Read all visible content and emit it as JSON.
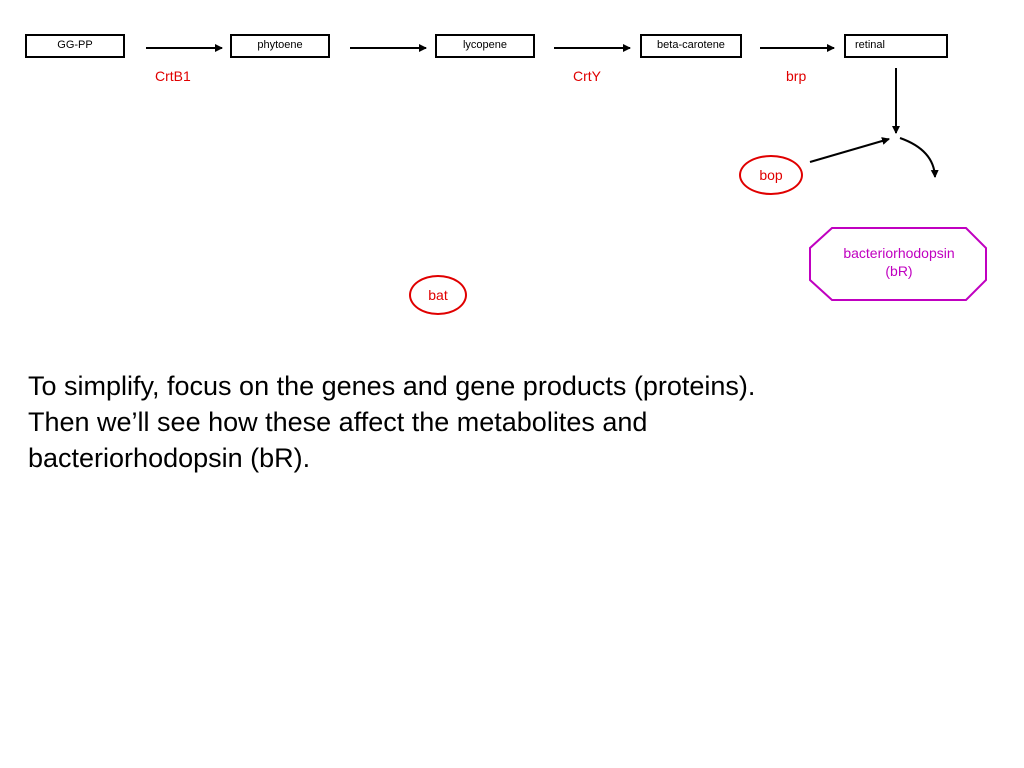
{
  "metabolites": [
    "GG-PP",
    "phytoene",
    "lycopene",
    "beta-carotene",
    "retinal"
  ],
  "genes": {
    "crtb1": "CrtB1",
    "crty": "CrtY",
    "brp": "brp",
    "bop": "bop",
    "bat": "bat"
  },
  "product": {
    "line1": "bacteriorhodopsin",
    "line2": "(bR)"
  },
  "caption": {
    "line1": "To simplify, focus on the genes and gene products (proteins).",
    "line2": "Then we’ll see how these affect the metabolites and",
    "line3": "bacteriorhodopsin (bR)."
  },
  "colors": {
    "gene": "#e00000",
    "product": "#c000c0",
    "outline": "#000000"
  }
}
